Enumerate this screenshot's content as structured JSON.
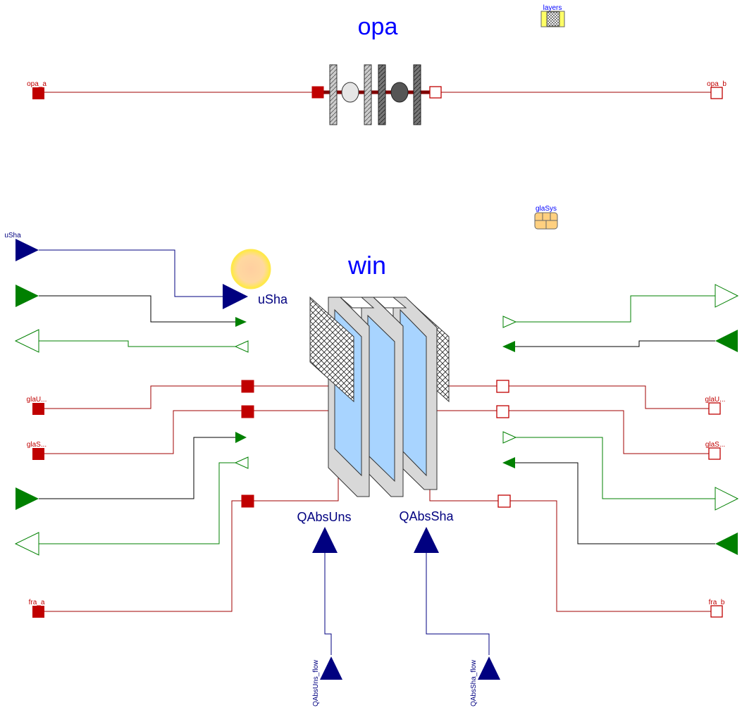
{
  "components": {
    "opa": {
      "label": "opa"
    },
    "win": {
      "label": "win"
    },
    "layers": {
      "label": "layers"
    },
    "glaSys": {
      "label": "glaSys"
    }
  },
  "ports": {
    "opa_a": "opa_a",
    "opa_b": "opa_b",
    "uSha": "uSha",
    "uSha_inner": "uSha",
    "glaUns_a": "glaU...",
    "glaSha_a": "glaS...",
    "glaUns_b": "glaU...",
    "glaSha_b": "glaS...",
    "fra_a": "fra_a",
    "fra_b": "fra_b",
    "QAbsUns": "QAbsUns",
    "QAbsSha": "QAbsSha",
    "QAbsUns_flow": "QAbsUns_flow",
    "QAbsSha_flow": "QAbsSha_flow"
  },
  "colors": {
    "title": "#0000ff",
    "heat_port": "#c00000",
    "heat_wire": "#a00000",
    "real_signal": "#000080",
    "green_signal": "#008000",
    "black_wire": "#000000",
    "glass": "#a8d4ff",
    "frame": "#d8d8d8"
  }
}
